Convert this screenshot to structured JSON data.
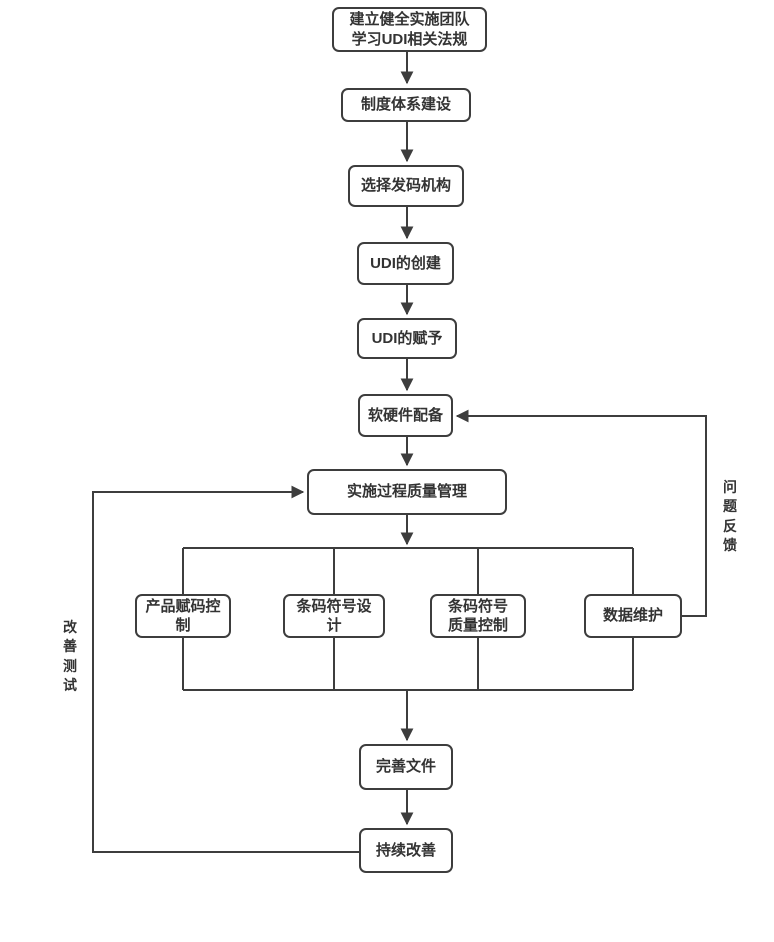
{
  "colors": {
    "line": "#3d3d3d",
    "border": "#3d3d3d",
    "text": "#333333",
    "background": "#ffffff"
  },
  "nodes": {
    "team": {
      "label": "建立健全实施团队\n学习UDI相关法规"
    },
    "system": {
      "label": "制度体系建设"
    },
    "agency": {
      "label": "选择发码机构"
    },
    "udi_create": {
      "label": "UDI的创建"
    },
    "udi_assign": {
      "label": "UDI的赋予"
    },
    "hardware": {
      "label": "软硬件配备"
    },
    "process_quality": {
      "label": "实施过程质量管理"
    },
    "product_coding": {
      "label": "产品赋码控\n制"
    },
    "barcode_design": {
      "label": "条码符号设\n计"
    },
    "barcode_quality": {
      "label": "条码符号\n质量控制"
    },
    "data_maintenance": {
      "label": "数据维护"
    },
    "documents": {
      "label": "完善文件"
    },
    "improvement": {
      "label": "持续改善"
    }
  },
  "edge_labels": {
    "problem_feedback": "问题反馈",
    "improve_test": "改善测试"
  }
}
